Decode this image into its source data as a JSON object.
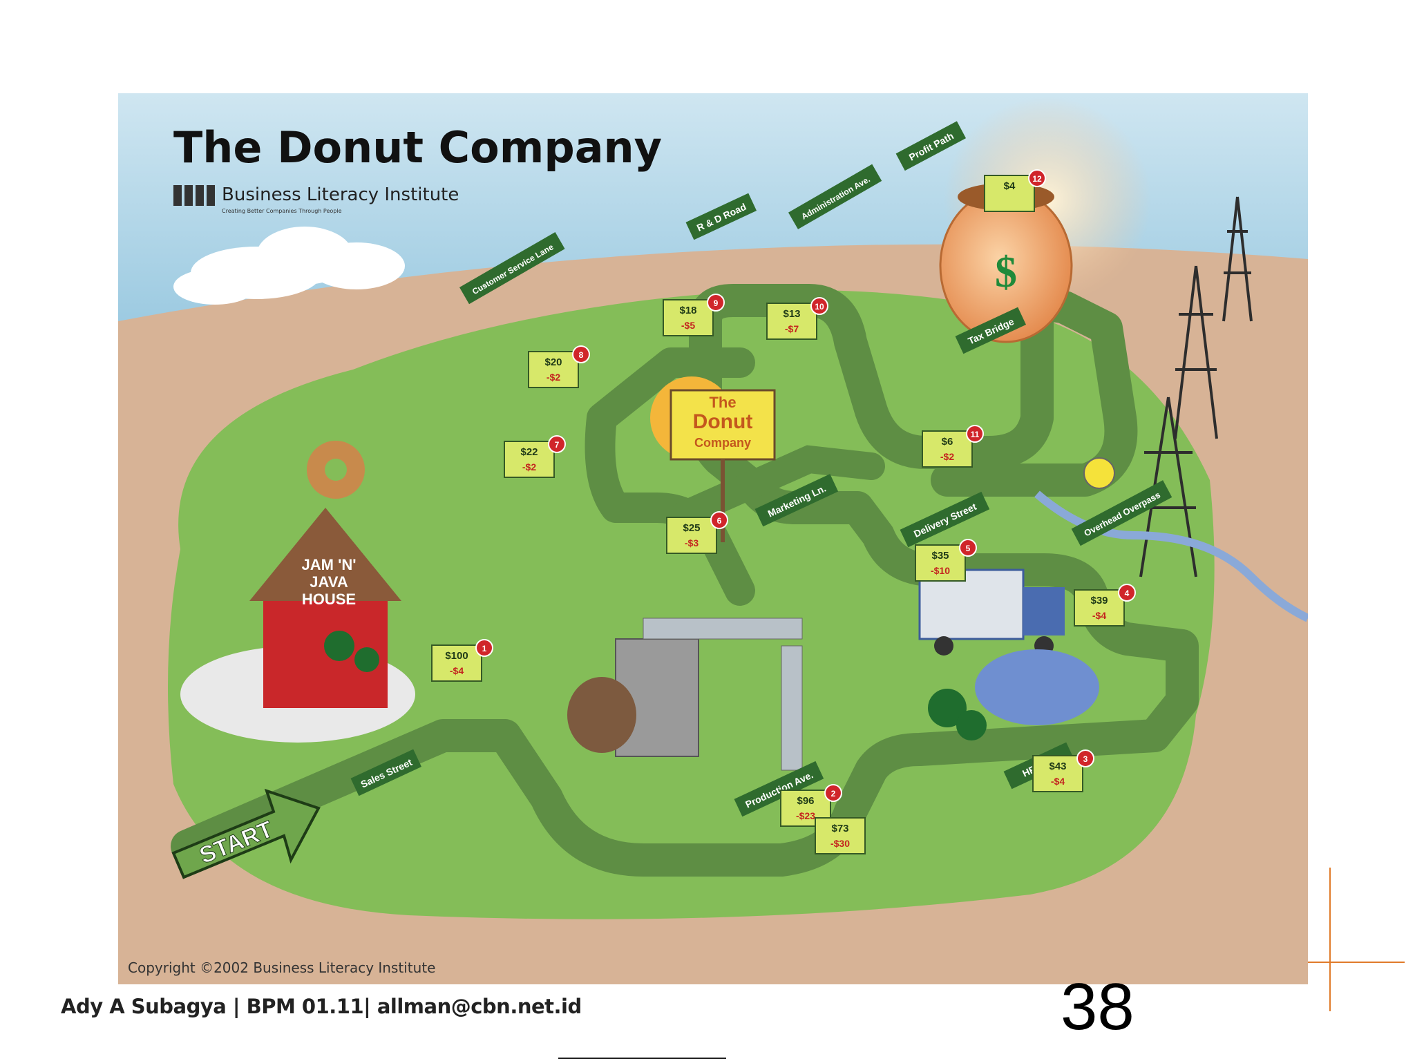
{
  "map": {
    "title": "The Donut Company",
    "publisher": "Business Literacy Institute",
    "tagline": "Creating Better Companies Through People",
    "copyright": "Copyright ©2002 Business Literacy Institute",
    "start_label": "START",
    "house_lines": [
      "JAM 'N'",
      "JAVA",
      "HOUSE"
    ],
    "donut_sign_lines": [
      "The",
      "Donut",
      "Company"
    ],
    "street_signs": [
      "Sales Street",
      "Production Ave.",
      "HR Way",
      "Overhead Overpass",
      "Delivery Street",
      "Marketing Ln.",
      "Customer Service Lane",
      "R & D Road",
      "Administration Ave.",
      "Profit Path",
      "Tax Bridge"
    ],
    "steps": [
      {
        "n": "1",
        "amount": "$100",
        "cost": "-$4"
      },
      {
        "n": "2",
        "amount": "$96",
        "cost": "-$23"
      },
      {
        "n": "",
        "amount": "$73",
        "cost": "-$30"
      },
      {
        "n": "3",
        "amount": "$43",
        "cost": "-$4"
      },
      {
        "n": "4",
        "amount": "$39",
        "cost": "-$4"
      },
      {
        "n": "5",
        "amount": "$35",
        "cost": "-$10"
      },
      {
        "n": "6",
        "amount": "$25",
        "cost": "-$3"
      },
      {
        "n": "7",
        "amount": "$22",
        "cost": "-$2"
      },
      {
        "n": "8",
        "amount": "$20",
        "cost": "-$2"
      },
      {
        "n": "9",
        "amount": "$18",
        "cost": "-$5"
      },
      {
        "n": "10",
        "amount": "$13",
        "cost": "-$7"
      },
      {
        "n": "11",
        "amount": "$6",
        "cost": "-$2"
      },
      {
        "n": "12",
        "amount": "$4",
        "cost": ""
      }
    ],
    "pot_symbol": "$",
    "colors": {
      "road": "#5e8e44",
      "grass": "#7cb84f",
      "sign": "#2f6b2e",
      "sky": "#a8d3e6",
      "ground": "#d2ae8c"
    }
  },
  "footer": {
    "text": "Ady A Subagya  |  BPM 01.11|  allman@cbn.net.id",
    "page_number": "38"
  }
}
